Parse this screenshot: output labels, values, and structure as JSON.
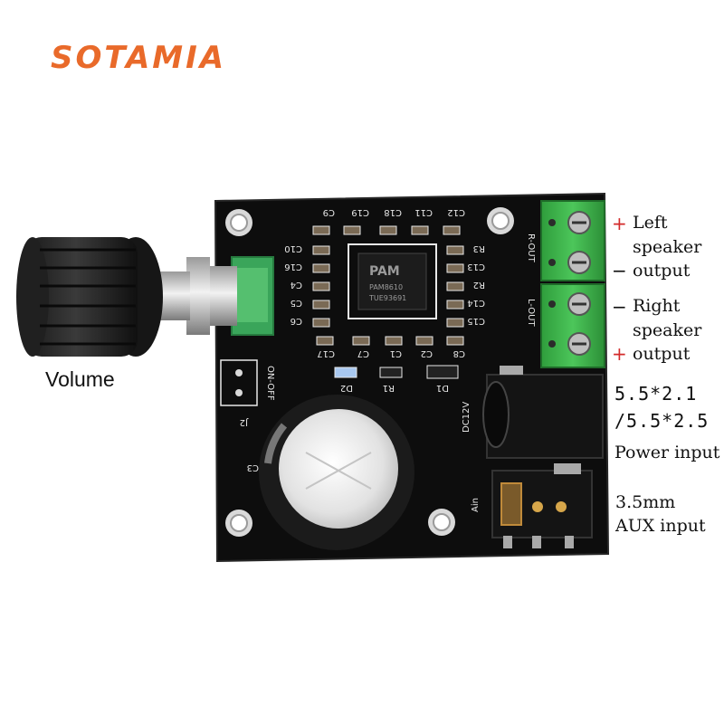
{
  "brand": {
    "logo_text": "SOTAMIA",
    "logo_color": "#e96a2a"
  },
  "labels": {
    "volume": "Volume",
    "left_plus": "+",
    "left_line1": "Left",
    "left_line2": "speaker",
    "left_minus": "−",
    "left_line3": "output",
    "right_minus": "−",
    "right_line1": "Right",
    "right_line2": "speaker",
    "right_plus": "+",
    "right_line3": "output",
    "power_spec1": "5.5*2.1",
    "power_spec2": "/5.5*2.5",
    "power_label": "Power input",
    "aux_line1": "3.5mm",
    "aux_line2": "AUX input"
  },
  "board": {
    "pcb_color": "#0d0d0d",
    "silk_color": "#e8e8e8",
    "terminal_color": "#3cb34a",
    "chip_text": [
      "PAM",
      "PAM8610",
      "TUE93691"
    ],
    "silkscreen": {
      "top_row": [
        "C9",
        "C19",
        "C18",
        "C11",
        "C12"
      ],
      "left_col": [
        "C10",
        "C16",
        "C4",
        "C5",
        "C6"
      ],
      "right_col": [
        "R3",
        "C13",
        "R2",
        "C14",
        "C15"
      ],
      "bottom_row": [
        "C17",
        "C7",
        "C1",
        "C2",
        "C8"
      ],
      "misc": [
        "R1",
        "D2",
        "D1",
        "J2",
        "ON-OFF",
        "DC12V",
        "R-OUT",
        "L-OUT",
        "Ain",
        "C3"
      ]
    }
  }
}
